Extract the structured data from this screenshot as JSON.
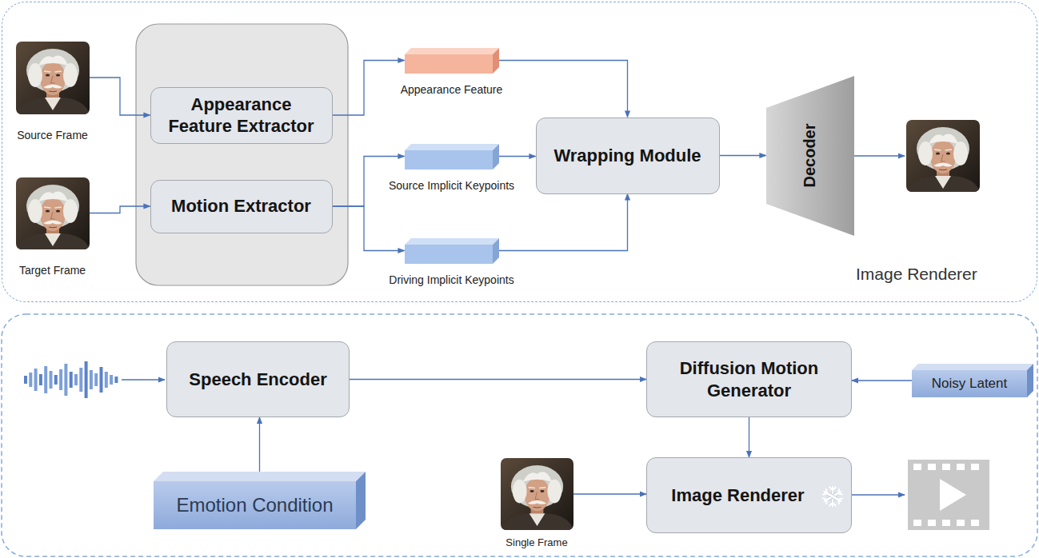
{
  "diagram": {
    "nodes": [
      {
        "text": [
          "Image Renderer"
        ]
      },
      {
        "text": [
          "Source Frame"
        ],
        "in": 0
      },
      {
        "text": [
          "Target Frame"
        ],
        "in": 0
      },
      {
        "text": [
          "Appearance Feature Extractor"
        ],
        "in": 0
      },
      {
        "text": [
          "Motion Extractor"
        ],
        "in": 0
      },
      {
        "text": [
          "Appearance Feature"
        ],
        "in": 0
      },
      {
        "text": [
          "Source Implicit Keypoints"
        ],
        "in": 0
      },
      {
        "text": [
          "Driving Implicit Keypoints"
        ],
        "in": 0
      },
      {
        "text": [
          "Wrapping Module"
        ],
        "in": 0
      },
      {
        "text": [
          "Decoder"
        ],
        "in": 0
      },
      {
        "text": [
          "Speech Encoder"
        ]
      },
      {
        "text": [
          "Diffusion Motion Generator"
        ]
      },
      {
        "text": [
          "Noisy Latent"
        ]
      },
      {
        "text": [
          "Emotion Condition"
        ]
      },
      {
        "text": [
          "Single Frame"
        ]
      },
      {
        "text": [
          "Image Renderer"
        ]
      }
    ],
    "edges": [
      {
        "from": 1,
        "to": 3,
        "arrow": "to"
      },
      {
        "from": 2,
        "to": 4,
        "arrow": "to"
      },
      {
        "from": 3,
        "to": 5,
        "arrow": "to"
      },
      {
        "from": 4,
        "to": 6,
        "arrow": "to"
      },
      {
        "from": 4,
        "to": 7,
        "arrow": "to"
      },
      {
        "from": 5,
        "to": 8,
        "arrow": "to"
      },
      {
        "from": 6,
        "to": 8,
        "arrow": "to"
      },
      {
        "from": 7,
        "to": 8,
        "arrow": "to"
      },
      {
        "from": 8,
        "to": 9,
        "arrow": "to"
      },
      {
        "from": 10,
        "to": 11,
        "arrow": "to"
      },
      {
        "from": 12,
        "to": 11,
        "arrow": "to"
      },
      {
        "from": 13,
        "to": 10,
        "arrow": "to"
      },
      {
        "from": 11,
        "to": 15,
        "arrow": "to"
      },
      {
        "from": 14,
        "to": 15,
        "arrow": "to"
      }
    ]
  }
}
